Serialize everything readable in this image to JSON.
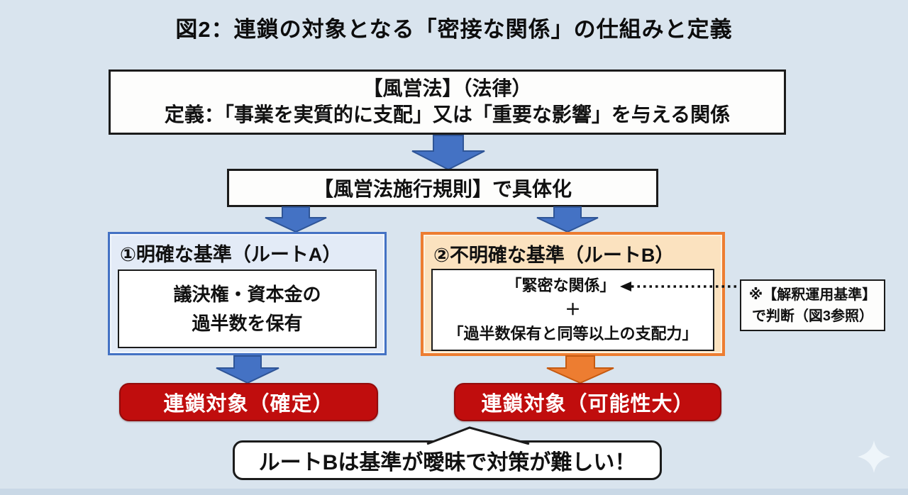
{
  "title": "図2：連鎖の対象となる「密接な関係」の仕組みと定義",
  "law_box": {
    "line1": "【風営法】（法律）",
    "line2": "定義：「事業を実質的に支配」又は「重要な影響」を与える関係"
  },
  "rule_box": {
    "label": "【風営法施行規則】で具体化"
  },
  "route_a": {
    "header": "①明確な基準（ルートA）",
    "body_line1": "議決権・資本金の",
    "body_line2": "過半数を保有"
  },
  "route_b": {
    "header": "②不明確な基準（ルートB）",
    "body_line1": "「緊密な関係」",
    "body_line2": "＋",
    "body_line3": "「過半数保有と同等以上の支配力」"
  },
  "note_box": {
    "line1": "※【解釈運用基準】",
    "line2": "で判断（図3参照）"
  },
  "result_a": {
    "label": "連鎖対象（確定）"
  },
  "result_b": {
    "label": "連鎖対象（可能性大）"
  },
  "callout": {
    "label": "ルートBは基準が曖昧で対策が難しい！"
  },
  "icons": {
    "flow_arrow": "down-block-arrow",
    "note_pointer": "dotted-left-arrow",
    "watermark": "sparkle"
  },
  "colors": {
    "background": "#d9e4ee",
    "arrow_blue": "#4472c4",
    "arrow_blue_border": "#2f5597",
    "route_a_border": "#4472c4",
    "route_a_bg": "#e3ebf7",
    "route_b_border": "#ed7d31",
    "route_b_bg": "#fbe2bf",
    "arrow_orange": "#ed7d31",
    "arrow_orange_border": "#c55a11",
    "result_red": "#c00d0d",
    "box_border": "#1b1b1b",
    "bottom_strip": "#c9d8e6"
  }
}
